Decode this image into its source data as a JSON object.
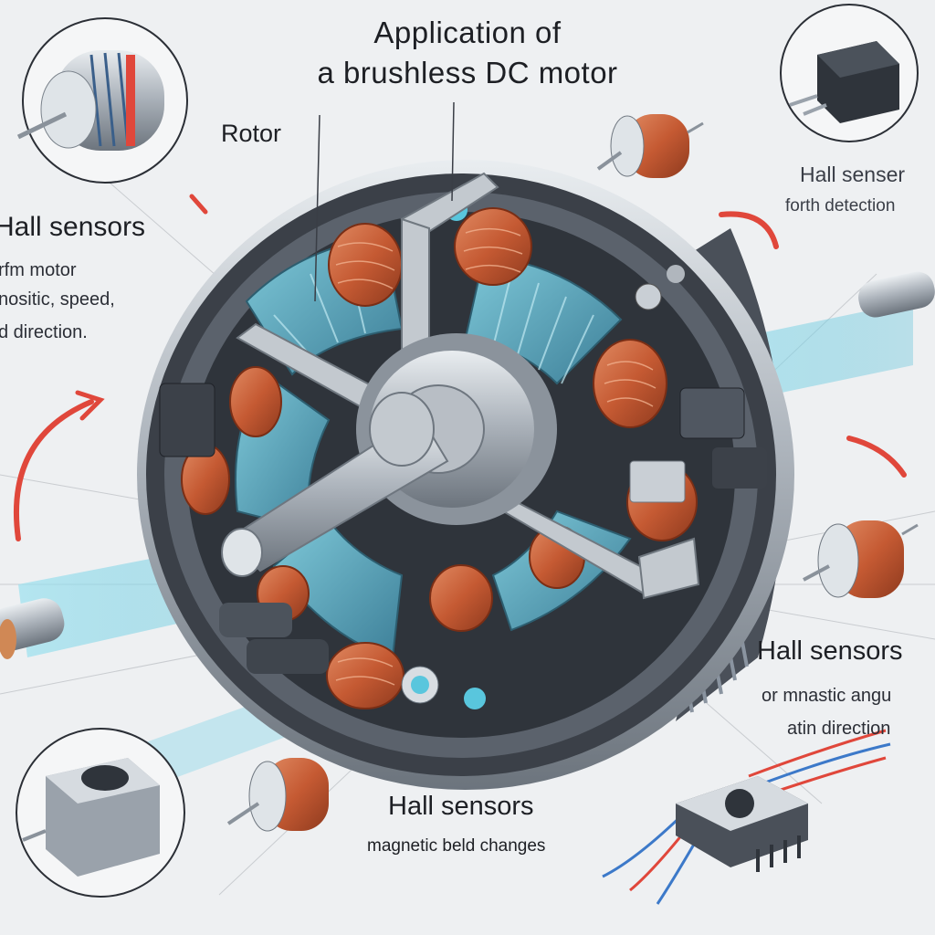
{
  "title_line1": "Application of",
  "title_line2": "a brushless DC motor",
  "labels": {
    "rotor": "Rotor",
    "hall_left": "Hall sensors",
    "left_line1": "rfm motor",
    "left_line2": "nositic, speed,",
    "left_line3": "d direction.",
    "hall_top_right": "Hall senser",
    "top_right_line": "forth detection",
    "hall_right": "Hall sensors",
    "right_line1": "or mnastic angu",
    "right_line2": "atin direction",
    "hall_bottom": "Hall sensors",
    "bottom_line": "magnetic beld changes"
  },
  "colors": {
    "background": "#eef0f2",
    "copper": "#c8643f",
    "steel": "#9aa2ab",
    "cyan": "#5fc7dc",
    "accent_red": "#e0473b",
    "housing_dark": "#3b4048"
  },
  "icons": [
    "hall-sensor-chip-icon",
    "copper-coil-icon",
    "motor-shaft-icon",
    "direction-arrow-icon"
  ]
}
